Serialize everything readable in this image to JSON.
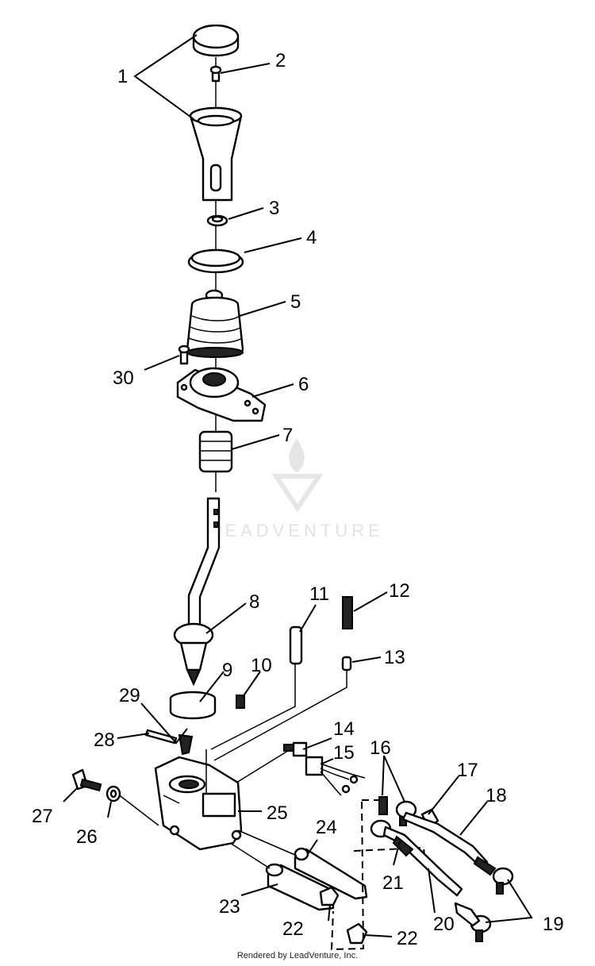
{
  "watermark": {
    "brand": "LEADVENTURE"
  },
  "footer": {
    "text": "Rendered by LeadVenture, Inc."
  },
  "callouts": {
    "p1": "1",
    "p2": "2",
    "p3": "3",
    "p4": "4",
    "p5": "5",
    "p6": "6",
    "p7": "7",
    "p8": "8",
    "p9": "9",
    "p10": "10",
    "p11": "11",
    "p12": "12",
    "p13": "13",
    "p14": "14",
    "p15": "15",
    "p16": "16",
    "p17": "17",
    "p18": "18",
    "p19": "19",
    "p20": "20",
    "p21": "21",
    "p22a": "22",
    "p22b": "22",
    "p23": "23",
    "p24": "24",
    "p25": "25",
    "p26": "26",
    "p27": "27",
    "p28": "28",
    "p29": "29",
    "p30": "30"
  }
}
